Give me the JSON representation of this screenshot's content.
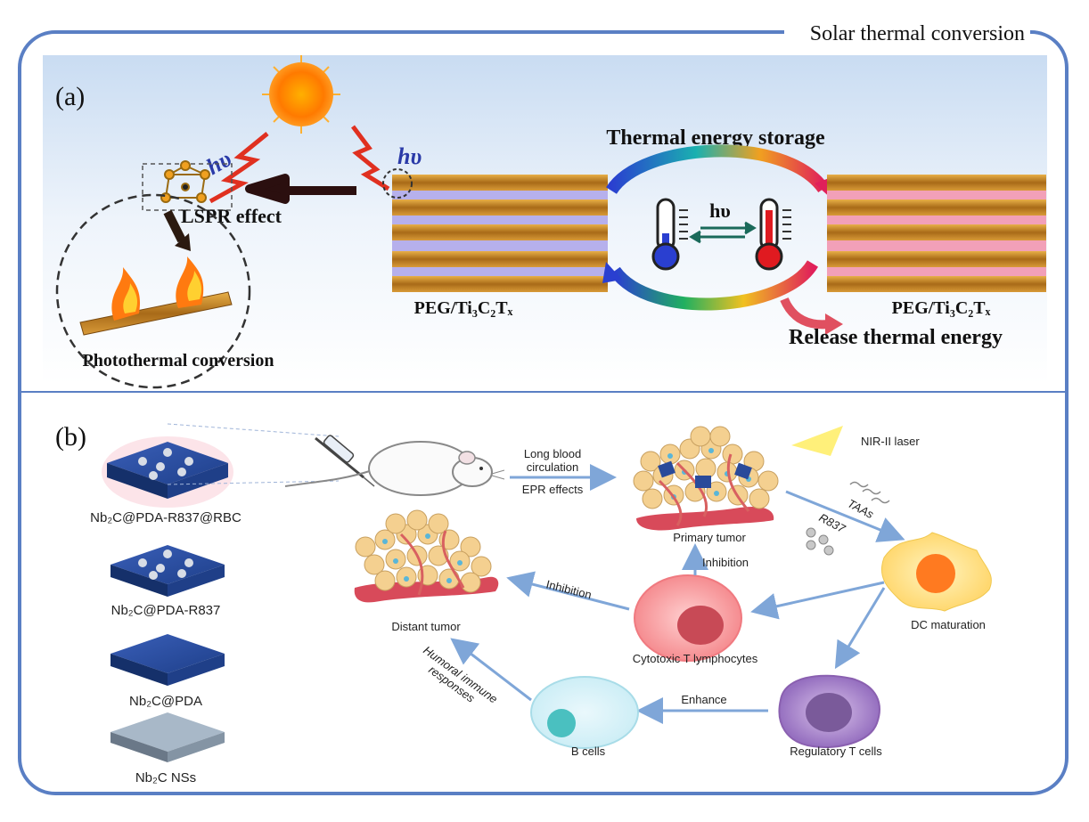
{
  "frame": {
    "title": "Solar thermal conversion",
    "border_color": "#5a7fc4"
  },
  "panel_a": {
    "label": "(a)",
    "hv_left": "hυ",
    "hv_right": "hυ",
    "lspr": "LSPR effect",
    "photothermal": "Photothermal conversion",
    "storage_title": "Thermal energy storage",
    "peg_left": "PEG/Ti₃C₂Tₓ",
    "peg_right": "PEG/Ti₃C₂Tₓ",
    "hv_center": "hυ",
    "release": "Release thermal energy"
  },
  "panel_b": {
    "label": "(b)",
    "np1": "Nb₂C@PDA-R837@RBC",
    "np2": "Nb₂C@PDA-R837",
    "np3": "Nb₂C@PDA",
    "np4": "Nb₂C NSs",
    "long_blood": "Long blood",
    "circulation": "circulation",
    "epr": "EPR effects",
    "nir": "NIR-II laser",
    "primary": "Primary tumor",
    "taas": "TAAs",
    "r837": "R837",
    "inhibition_up": "Inhibition",
    "inhibition_left": "Inhibition",
    "distant": "Distant tumor",
    "dc": "DC maturation",
    "ctl": "Cytotoxic T lymphocytes",
    "humoral1": "Humoral immune",
    "humoral2": "responses",
    "enhance": "Enhance",
    "bcells": "B cells",
    "treg": "Regulatory T cells"
  }
}
